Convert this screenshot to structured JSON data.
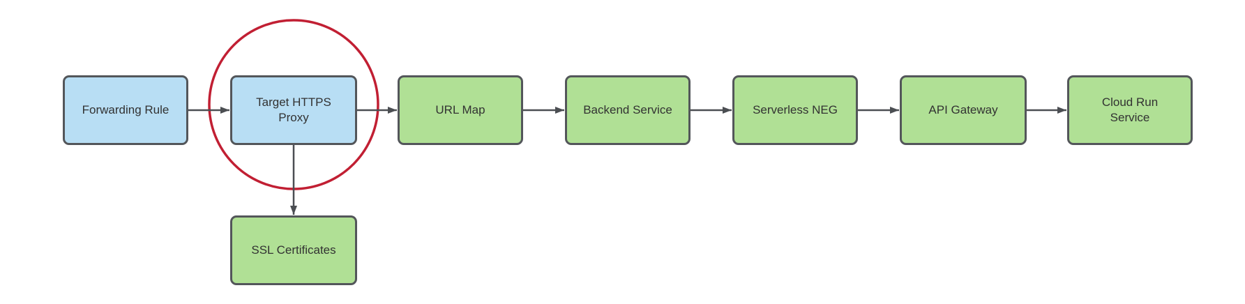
{
  "diagram": {
    "type": "flowchart",
    "nodes": [
      {
        "id": "forwarding-rule",
        "label": "Forwarding Rule",
        "fill": "blue"
      },
      {
        "id": "target-https-proxy",
        "label": "Target HTTPS Proxy",
        "fill": "blue",
        "annotated": true
      },
      {
        "id": "url-map",
        "label": "URL Map",
        "fill": "green"
      },
      {
        "id": "backend-service",
        "label": "Backend Service",
        "fill": "green"
      },
      {
        "id": "serverless-neg",
        "label": "Serverless NEG",
        "fill": "green"
      },
      {
        "id": "api-gateway",
        "label": "API Gateway",
        "fill": "green"
      },
      {
        "id": "cloud-run-service",
        "label": "Cloud Run Service",
        "fill": "green"
      },
      {
        "id": "ssl-certificates",
        "label": "SSL Certificates",
        "fill": "green"
      }
    ],
    "edges": [
      {
        "from": "forwarding-rule",
        "to": "target-https-proxy",
        "direction": "right"
      },
      {
        "from": "target-https-proxy",
        "to": "url-map",
        "direction": "right"
      },
      {
        "from": "url-map",
        "to": "backend-service",
        "direction": "right"
      },
      {
        "from": "backend-service",
        "to": "serverless-neg",
        "direction": "right"
      },
      {
        "from": "serverless-neg",
        "to": "api-gateway",
        "direction": "right"
      },
      {
        "from": "api-gateway",
        "to": "cloud-run-service",
        "direction": "right"
      },
      {
        "from": "target-https-proxy",
        "to": "ssl-certificates",
        "direction": "down"
      }
    ],
    "annotation": {
      "shape": "circle",
      "target": "target-https-proxy",
      "color": "#c11f33"
    },
    "colors": {
      "background": "#ffffff",
      "blue_node_fill": "#b8def4",
      "green_node_fill": "#b0e095",
      "node_border": "#53565a",
      "arrow": "#4b4e52",
      "text": "#323232",
      "highlight_circle": "#c11f33"
    }
  }
}
